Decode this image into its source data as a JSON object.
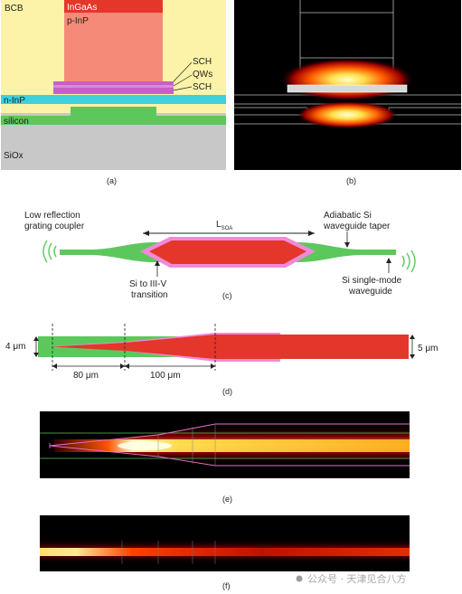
{
  "panel_a": {
    "labels": {
      "bcb": "BCB",
      "ingaas": "InGaAs",
      "pinp": "p-InP",
      "sch_top": "SCH",
      "qws": "QWs",
      "sch_bottom": "SCH",
      "ninp": "n-InP",
      "silicon": "silicon",
      "siox": "SiOx"
    },
    "caption": "(a)",
    "colors": {
      "bcb": "#fdf3a8",
      "ingaas": "#e4362a",
      "pinp": "#f58a78",
      "qw": "#c85fc8",
      "ninp": "#3fd0de",
      "silicon": "#5cc85c",
      "siox": "#c8c8c8"
    }
  },
  "panel_b": {
    "caption": "(b)"
  },
  "panel_c": {
    "labels": {
      "lsoa_main": "L",
      "lsoa_sub": "SOA",
      "grating_line1": "Low reflection",
      "grating_line2": "grating coupler",
      "taper_line1": "Adiabatic Si",
      "taper_line2": "waveguide taper",
      "transition_line1": "Si to III-V",
      "transition_line2": "transition",
      "singlemode_line1": "Si single-mode",
      "singlemode_line2": "waveguide"
    },
    "caption": "(c)"
  },
  "panel_d": {
    "labels": {
      "width_left": "4 μm",
      "width_right": "5 μm",
      "len1": "80 μm",
      "len2": "100 μm"
    },
    "caption": "(d)"
  },
  "panel_e": {
    "caption": "(e)"
  },
  "panel_f": {
    "caption": "(f)"
  },
  "watermark": "公众号 · 天津见合八方"
}
